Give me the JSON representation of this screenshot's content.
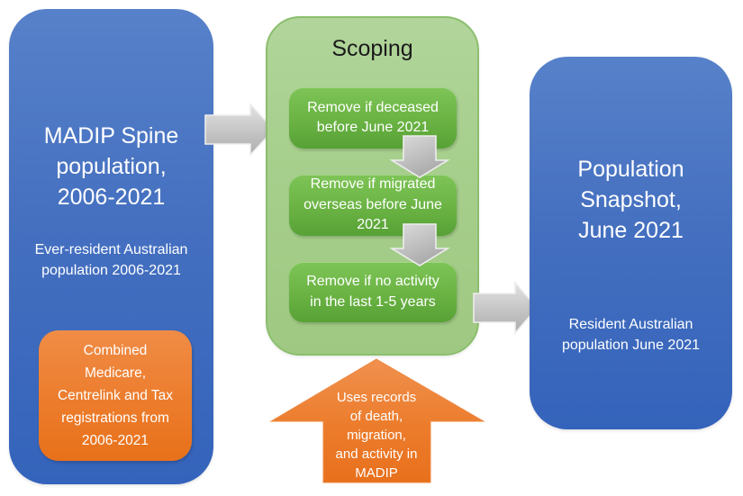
{
  "diagram": {
    "colors": {
      "background": "#FFFFFF",
      "blue_box_top": "#5781C9",
      "blue_box_bottom": "#3463BB",
      "green_panel_fill": "#A7CF8D",
      "green_panel_border": "#8CBE6E",
      "green_step_top": "#7EC457",
      "green_step_bottom": "#57A136",
      "orange_top": "#F08C46",
      "orange_bottom": "#E8711A",
      "gray_arrow": "#C9C9C9",
      "light_text": "#FFFFFF",
      "dark_text": "#1A1A1A"
    },
    "source_box": {
      "title": "MADIP Spine\npopulation,\n2006-2021",
      "subtitle": "Ever-resident Australian\npopulation 2006-2021",
      "note": "Combined\nMedicare,\nCentrelink and Tax\nregistrations from\n2006-2021"
    },
    "scoping_panel": {
      "title": "Scoping",
      "steps": [
        "Remove if deceased\nbefore June 2021",
        "Remove if migrated\noverseas before June\n2021",
        "Remove if no activity\nin the last 1-5 years"
      ]
    },
    "result_box": {
      "title": "Population\nSnapshot,\nJune 2021",
      "subtitle": "Resident Australian\npopulation June 2021"
    },
    "uses_arrow": {
      "label": "Uses records\nof death,\nmigration,\nand activity in\nMADIP"
    }
  }
}
